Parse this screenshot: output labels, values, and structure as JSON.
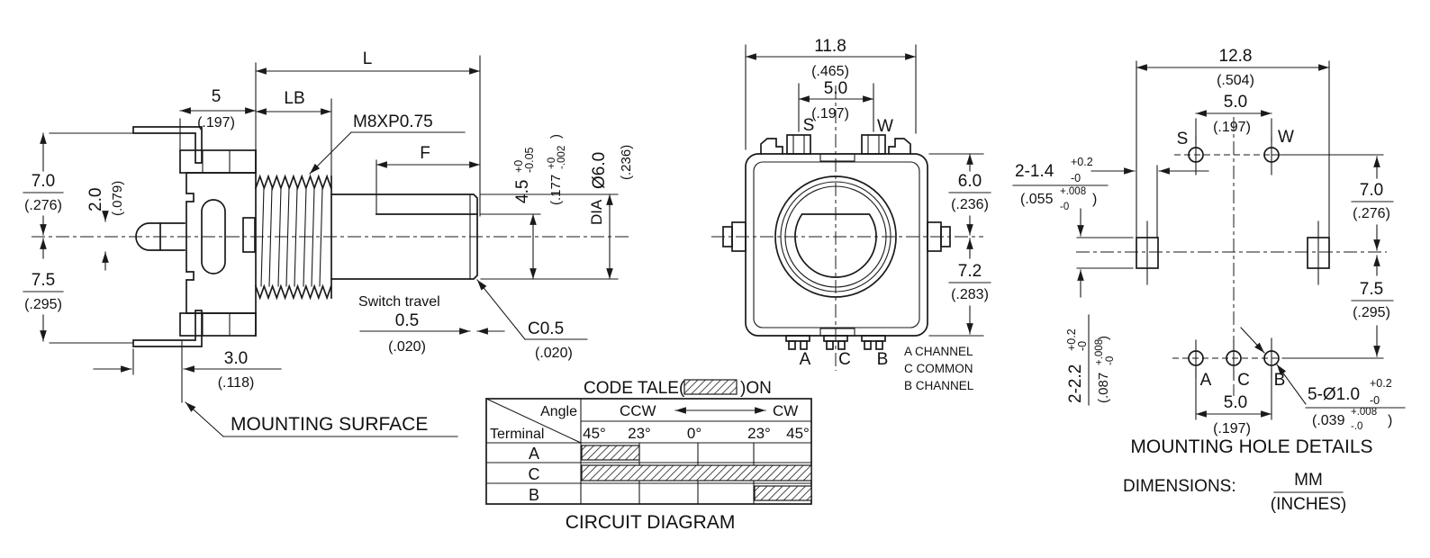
{
  "side_view": {
    "L": "L",
    "LB": "LB",
    "F": "F",
    "d5": "5",
    "d5i": "(.197)",
    "thread": "M8XP0.75",
    "d70": "7.0",
    "d70i": "(.276)",
    "d20": "2.0",
    "d20i": "(.079)",
    "d75": "7.5",
    "d75i": "(.295)",
    "d30": "3.0",
    "d30i": "(.118)",
    "d45": "4.5",
    "d45sup": "+0",
    "d45sub": "-0.05",
    "d45i": "(.177",
    "d45isup": "+0",
    "d45isub": "-.002",
    "d45ic": ")",
    "dia": "Ø6.0",
    "diai": "(.236)",
    "dia_word": "DIA",
    "st": "Switch travel",
    "d05": "0.5",
    "d05i": "(.020)",
    "c05": "C0.5",
    "c05i": "(.020)",
    "msurf": "MOUNTING SURFACE"
  },
  "front_view": {
    "d118": "11.8",
    "d118i": "(.465)",
    "d50": "5.0",
    "d50i": "(.197)",
    "s": "S",
    "w": "W",
    "d60": "6.0",
    "d60i": "(.236)",
    "d72": "7.2",
    "d72i": "(.283)",
    "a": "A",
    "c": "C",
    "b": "B",
    "cha": "A CHANNEL",
    "chc": "C COMMON",
    "chb": "B CHANNEL"
  },
  "mounting_view": {
    "d128": "12.8",
    "d128i": "(.504)",
    "d50t": "5.0",
    "d50ti": "(.197)",
    "s": "S",
    "w": "W",
    "slotw": "2-1.4",
    "slotw_sup": "+0.2",
    "slotw_sub": "-0",
    "slotwi": "(.055",
    "slotwi_sup": "+.008",
    "slotwi_sub": "-0",
    "slotwi_c": ")",
    "sloth": "2-2.2",
    "sloth_sup": "+0.2",
    "sloth_sub": "-0",
    "slothi": "(.087",
    "slothi_sup": "+.008",
    "slothi_sub": "-0",
    "slothi_c": ")",
    "d70": "7.0",
    "d70i": "(.276)",
    "d75": "7.5",
    "d75i": "(.295)",
    "a": "A",
    "c": "C",
    "b": "B",
    "d50b": "5.0",
    "d50bi": "(.197)",
    "holes": "5-Ø1.0",
    "holes_sup": "+0.2",
    "holes_sub": "-0",
    "holesi": "(.039",
    "holesi_sup": "+.008",
    "holesi_sub": "-.0",
    "holesi_c": ")",
    "title": "MOUNTING HOLE DETAILS",
    "dims_label": "DIMENSIONS:",
    "mm": "MM",
    "inches": "(INCHES)"
  },
  "circuit_table": {
    "t1": "CODE TALE(",
    "t2": ")ON",
    "angle": "Angle",
    "terminal": "Terminal",
    "ccw": "CCW",
    "cw": "CW",
    "angles": [
      "45°",
      "23°",
      "0°",
      "23°",
      "45°"
    ],
    "rows": [
      {
        "label": "A",
        "on": [
          0
        ]
      },
      {
        "label": "C",
        "on": [
          0,
          1,
          2,
          3
        ]
      },
      {
        "label": "B",
        "on": [
          3
        ]
      }
    ],
    "caption": "CIRCUIT DIAGRAM"
  },
  "colors": {
    "line": "#1a1a1a",
    "background": "#ffffff"
  }
}
